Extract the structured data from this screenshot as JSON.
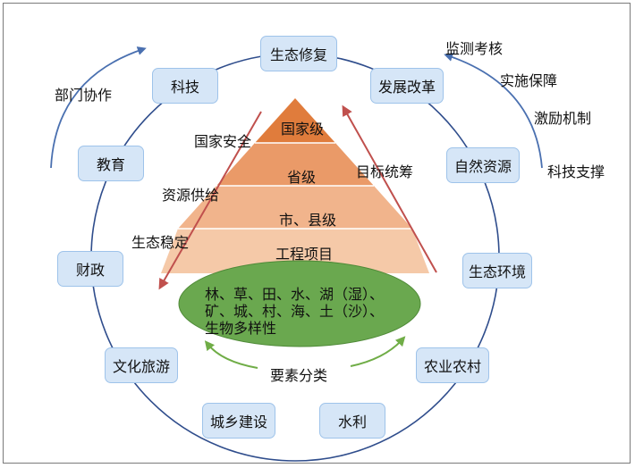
{
  "departments": {
    "top": "生态修复",
    "development_reform": "发展改革",
    "natural_resources": "自然资源",
    "eco_environment": "生态环境",
    "agriculture": "农业农村",
    "water": "水利",
    "urban_rural": "城乡建设",
    "culture_tourism": "文化旅游",
    "finance": "财政",
    "education": "教育",
    "technology": "科技"
  },
  "pyramid": {
    "levels": [
      "国家级",
      "省级",
      "市、县级",
      "工程项目"
    ],
    "base_lines": [
      "林、草、田、水、湖（湿）、",
      "矿、城、村、海、土（沙）、",
      "生物多样性"
    ]
  },
  "left_arrow_labels": [
    "国家安全",
    "资源供给",
    "生态稳定"
  ],
  "right_arrow_label": "目标统筹",
  "bottom_label": "要素分类",
  "collaboration_label": "部门协作",
  "support_labels": [
    "监测考核",
    "实施保障",
    "激励机制",
    "科技支撑"
  ],
  "colors": {
    "box_fill": "#d6e6f7",
    "box_border": "#9ec3ea",
    "circle": "#2f4d8c",
    "tier1": "#e07c3c",
    "tier2": "#ea9a68",
    "tier3": "#f1b48c",
    "tier4": "#f5c9a8",
    "ellipse": "#6aa84f",
    "red_arrow": "#c0504d",
    "green_arrow": "#70ad47",
    "blue_arrow": "#4a70b0"
  }
}
